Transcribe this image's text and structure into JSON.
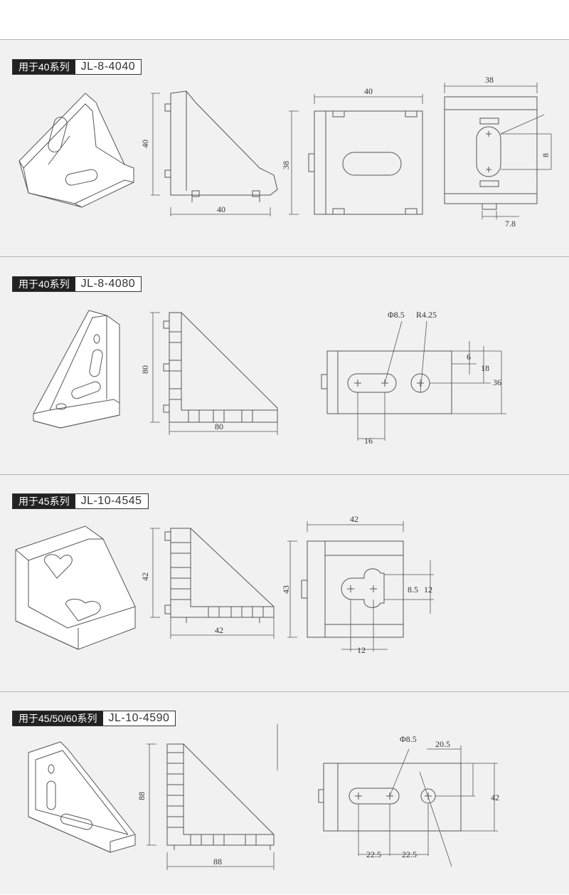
{
  "sections": [
    {
      "series": "用于40系列",
      "model": "JL-8-4040",
      "dims": {
        "side_h": "40",
        "side_w": "40",
        "front_w": "40",
        "front_h": "38",
        "right_w": "38",
        "right_slot": "8",
        "right_bottom": "7.8"
      }
    },
    {
      "series": "用于40系列",
      "model": "JL-8-4080",
      "dims": {
        "side_h": "80",
        "side_w": "80",
        "phi": "Φ8.5",
        "radius": "R4.25",
        "d6": "6",
        "d18": "18",
        "d36": "36",
        "d16": "16"
      }
    },
    {
      "series": "用于45系列",
      "model": "JL-10-4545",
      "dims": {
        "side_h": "42",
        "side_w": "42",
        "front_w": "42",
        "front_h": "43",
        "hole": "8.5",
        "pitch": "12",
        "bottom": "12"
      }
    },
    {
      "series": "用于45/50/60系列",
      "model": "JL-10-4590",
      "dims": {
        "side_h": "88",
        "side_w": "88",
        "phi": "Φ8.5",
        "top": "20.5",
        "right_h": "42",
        "left_gap": "22.5",
        "right_gap": "22.5"
      }
    }
  ]
}
